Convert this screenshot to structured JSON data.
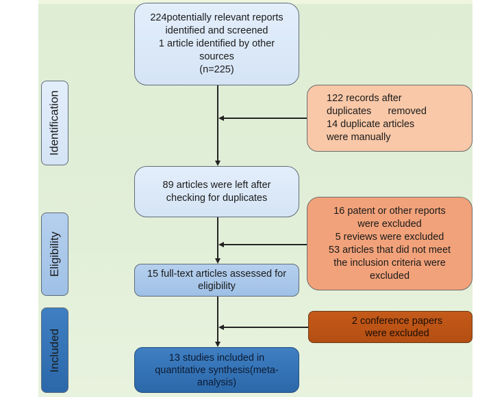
{
  "phases": {
    "identification": "Identification",
    "eligibility": "Eligibility",
    "included": "Included"
  },
  "boxes": {
    "initial_records": "224potentially relevant reports\nidentified and screened\n1 article identified by other\nsources\n(n=225)",
    "duplicates_removed": "122 records after\nduplicates      removed\n14 duplicate articles\nwere manually",
    "after_duplicates": "89 articles were left after\nchecking for duplicates",
    "excluded_records": "16 patent or other reports\nwere excluded\n5 reviews were excluded\n53 articles that did not meet\nthe inclusion criteria were\nexcluded",
    "full_text_assessed": "15 full-text  articles assessed for\neligibility",
    "conference_excluded": "2 conference papers\nwere excluded",
    "studies_included": "13 studies included in\nquantitative synthesis(meta-\nanalysis)"
  },
  "colors": {
    "background": "#dfedd5",
    "light_blue": "#dce9f8",
    "mid_blue": "#a9c7ea",
    "dark_blue": "#3370b5",
    "peach": "#f9c8a8",
    "salmon": "#f2a27a",
    "rust": "#bf5516"
  }
}
